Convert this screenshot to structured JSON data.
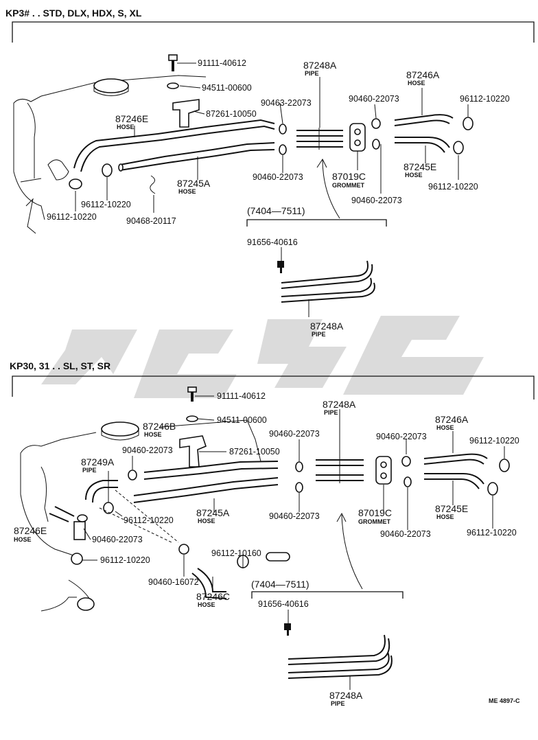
{
  "section_top": {
    "title": "KP3# . . STD, DLX, HDX, S, XL",
    "parts": {
      "bolt": "91111-40612",
      "washer": "94511-00600",
      "clip1": "90463-22073",
      "bracket": "87261-10050",
      "hose_e": "87246E",
      "hose_e_sub": "HOSE",
      "pipe": "87248A",
      "pipe_sub": "PIPE",
      "clamp_a": "90460-22073",
      "hose_a": "87246A",
      "hose_a_sub": "HOSE",
      "clamp_right_top": "96112-10220",
      "hose_245a": "87245A",
      "hose_245a_sub": "HOSE",
      "clamp_b": "90460-22073",
      "grommet": "87019C",
      "grommet_sub": "GROMMET",
      "hose_245e": "87245E",
      "hose_245e_sub": "HOSE",
      "clamp_right_bottom": "96112-10220",
      "clamp_c": "90460-22073",
      "clamp_left1": "96112-10220",
      "clamp_left2": "96112-10220",
      "clip_s": "90468-20117",
      "range": "(7404—7511)",
      "screw": "91656-40616",
      "pipe2": "87248A",
      "pipe2_sub": "PIPE"
    }
  },
  "section_bottom": {
    "title": "KP30, 31 . . SL, ST, SR",
    "parts": {
      "bolt": "91111-40612",
      "washer": "94511-00600",
      "pipe": "87248A",
      "pipe_sub": "PIPE",
      "hose_b": "87246B",
      "hose_b_sub": "HOSE",
      "clamp_a": "90460-22073",
      "hose_a": "87246A",
      "hose_a_sub": "HOSE",
      "clamp_mid_left": "90460-22073",
      "bracket": "87261-10050",
      "clamp_mid_top": "90460-22073",
      "clamp_right_top": "96112-10220",
      "pipe_249a": "87249A",
      "pipe_249a_sub": "PIPE",
      "hose_245a": "87245A",
      "hose_245a_sub": "HOSE",
      "clamp_b": "90460-22073",
      "grommet": "87019C",
      "grommet_sub": "GROMMET",
      "hose_245e": "87245E",
      "hose_245e_sub": "HOSE",
      "clamp_c": "96112-10220",
      "hose_246e": "87246E",
      "hose_246e_sub": "HOSE",
      "clamp_d": "90460-22073",
      "clamp_right_bottom": "96112-10220",
      "clamp_e": "90460-22073",
      "clamp_f": "96112-10160",
      "clamp_g": "96112-10220",
      "clamp_h": "90460-16072",
      "hose_246c": "87246C",
      "hose_246c_sub": "HOSE",
      "range": "(7404—7511)",
      "screw": "91656-40616",
      "pipe2": "87248A",
      "pipe2_sub": "PIPE"
    }
  },
  "figure_code": "ME 4897-C"
}
